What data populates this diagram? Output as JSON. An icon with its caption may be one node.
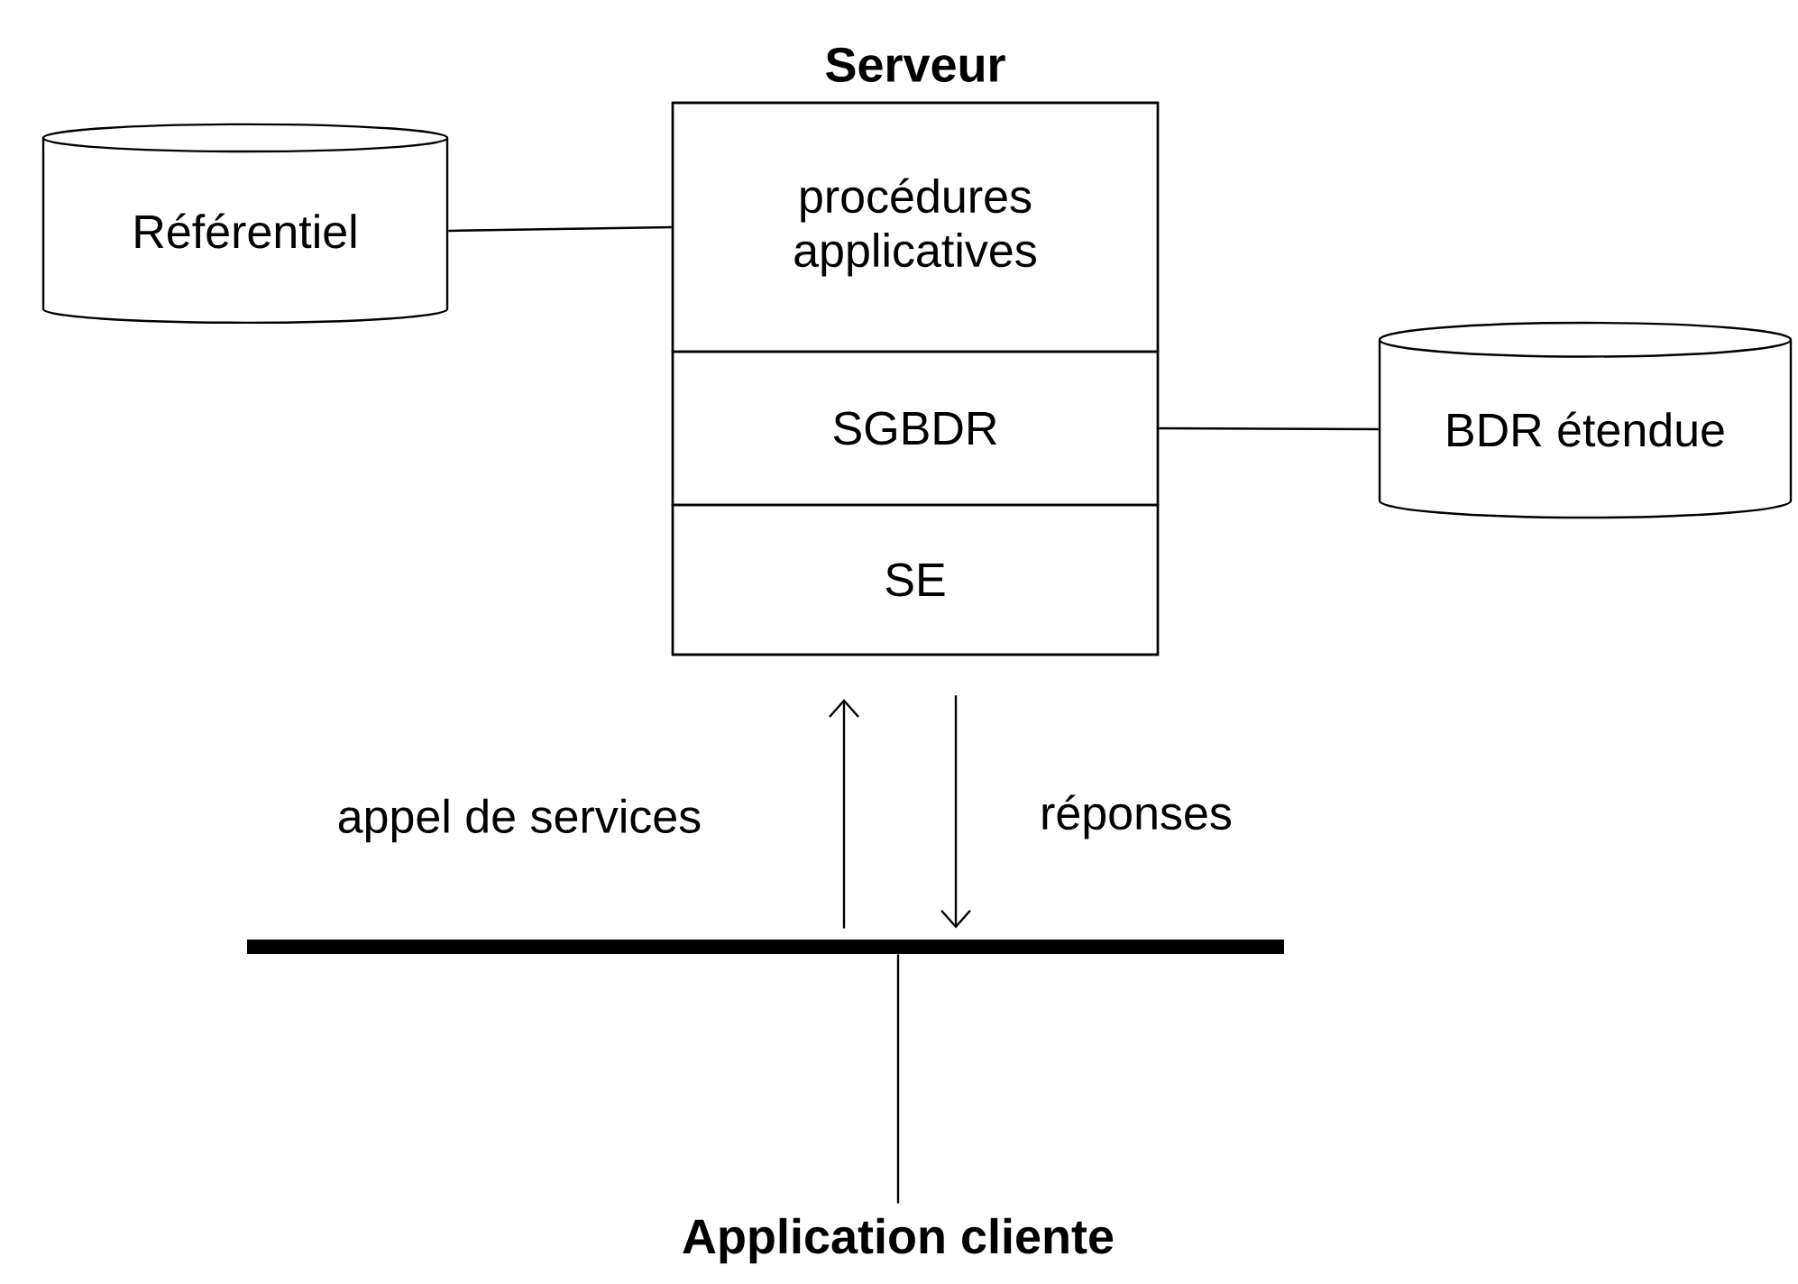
{
  "diagram": {
    "nodes": [
      {
        "text": [
          "Serveur"
        ]
      },
      {
        "text": [
          "procédures applicatives"
        ],
        "in": 0
      },
      {
        "text": [
          "SGBDR"
        ],
        "in": 0
      },
      {
        "text": [
          "SE"
        ],
        "in": 0
      },
      {
        "text": [
          "Référentiel"
        ]
      },
      {
        "text": [
          "BDR étendue"
        ]
      },
      {
        "text": [],
        "shape": "bar"
      },
      {
        "text": [
          "Application cliente"
        ]
      }
    ],
    "edges": [
      {
        "from": 4,
        "to": 1,
        "arrow": "none"
      },
      {
        "from": 2,
        "to": 5,
        "arrow": "none"
      },
      {
        "from": 6,
        "to": 0,
        "arrow": "to",
        "label": "appel de services"
      },
      {
        "from": 0,
        "to": 6,
        "arrow": "to",
        "label": "réponses"
      },
      {
        "from": 6,
        "to": 7,
        "arrow": "none"
      }
    ]
  }
}
